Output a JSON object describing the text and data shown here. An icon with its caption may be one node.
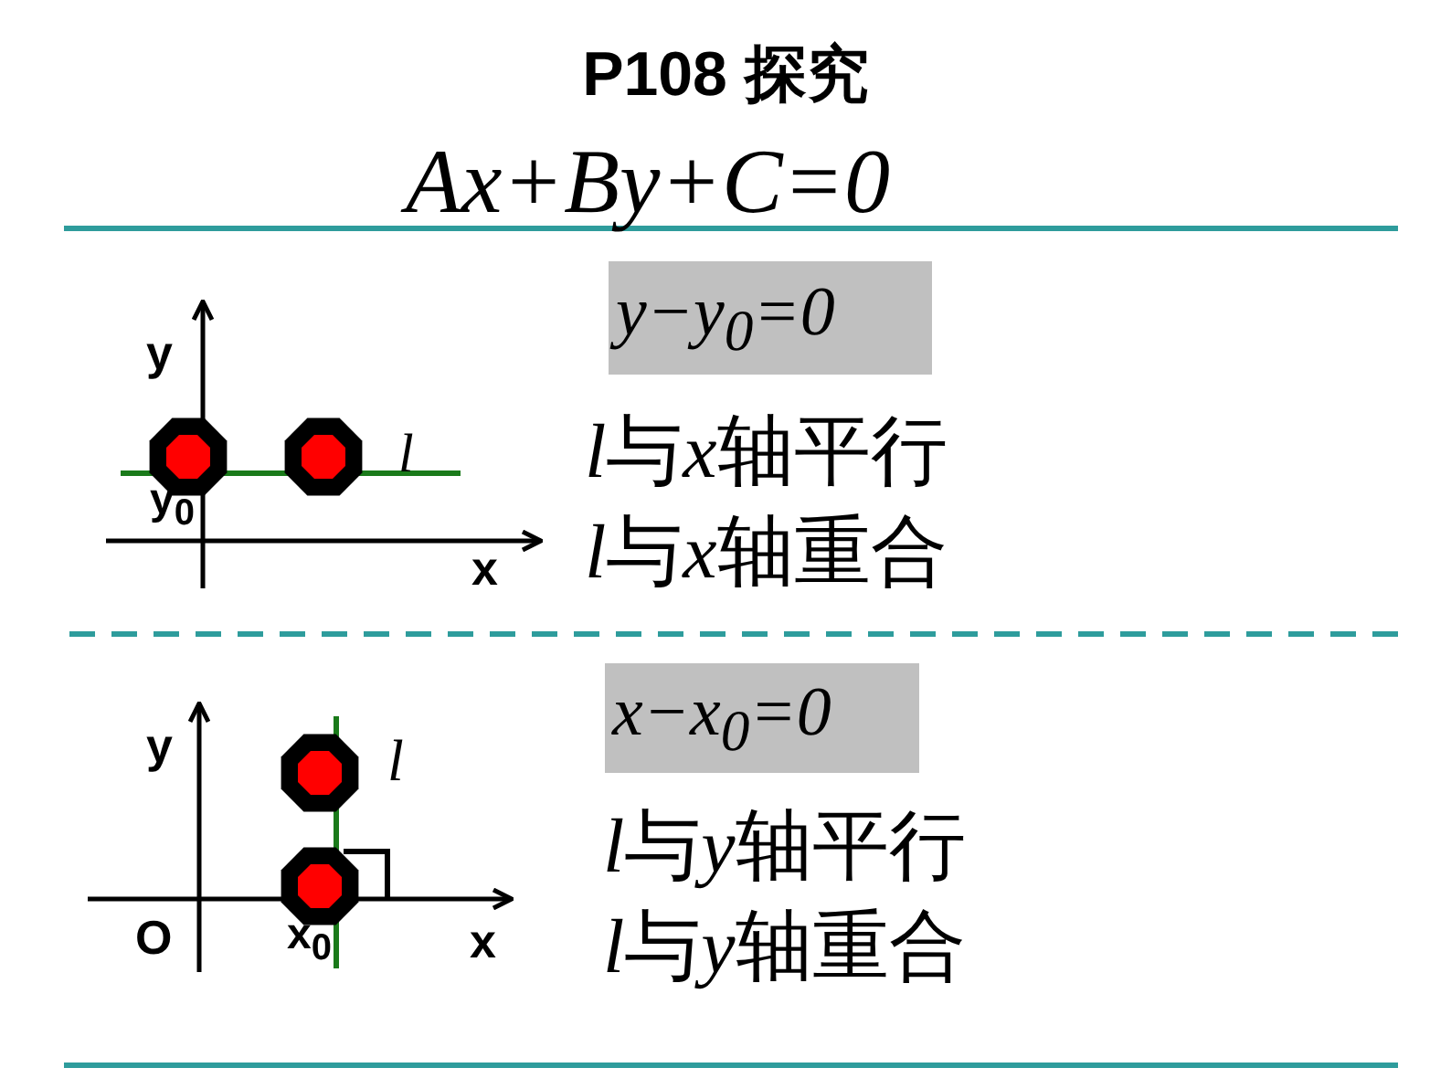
{
  "diagram": {
    "title": "P108 探究",
    "nodes": [
      {
        "text": [
          "y−y$_{0}$=0"
        ]
      },
      {
        "text": [
          "x−x$_{0}$=0"
        ]
      }
    ],
    "labels": [
      "Ax+By+C=0",
      "y",
      "l",
      "y$_{0}$",
      "x",
      "l与x轴平行",
      "l与x轴重合",
      "y",
      "l",
      "O",
      "x$_{0}$",
      "x",
      "l与y轴平行",
      "l与y轴重合"
    ]
  }
}
